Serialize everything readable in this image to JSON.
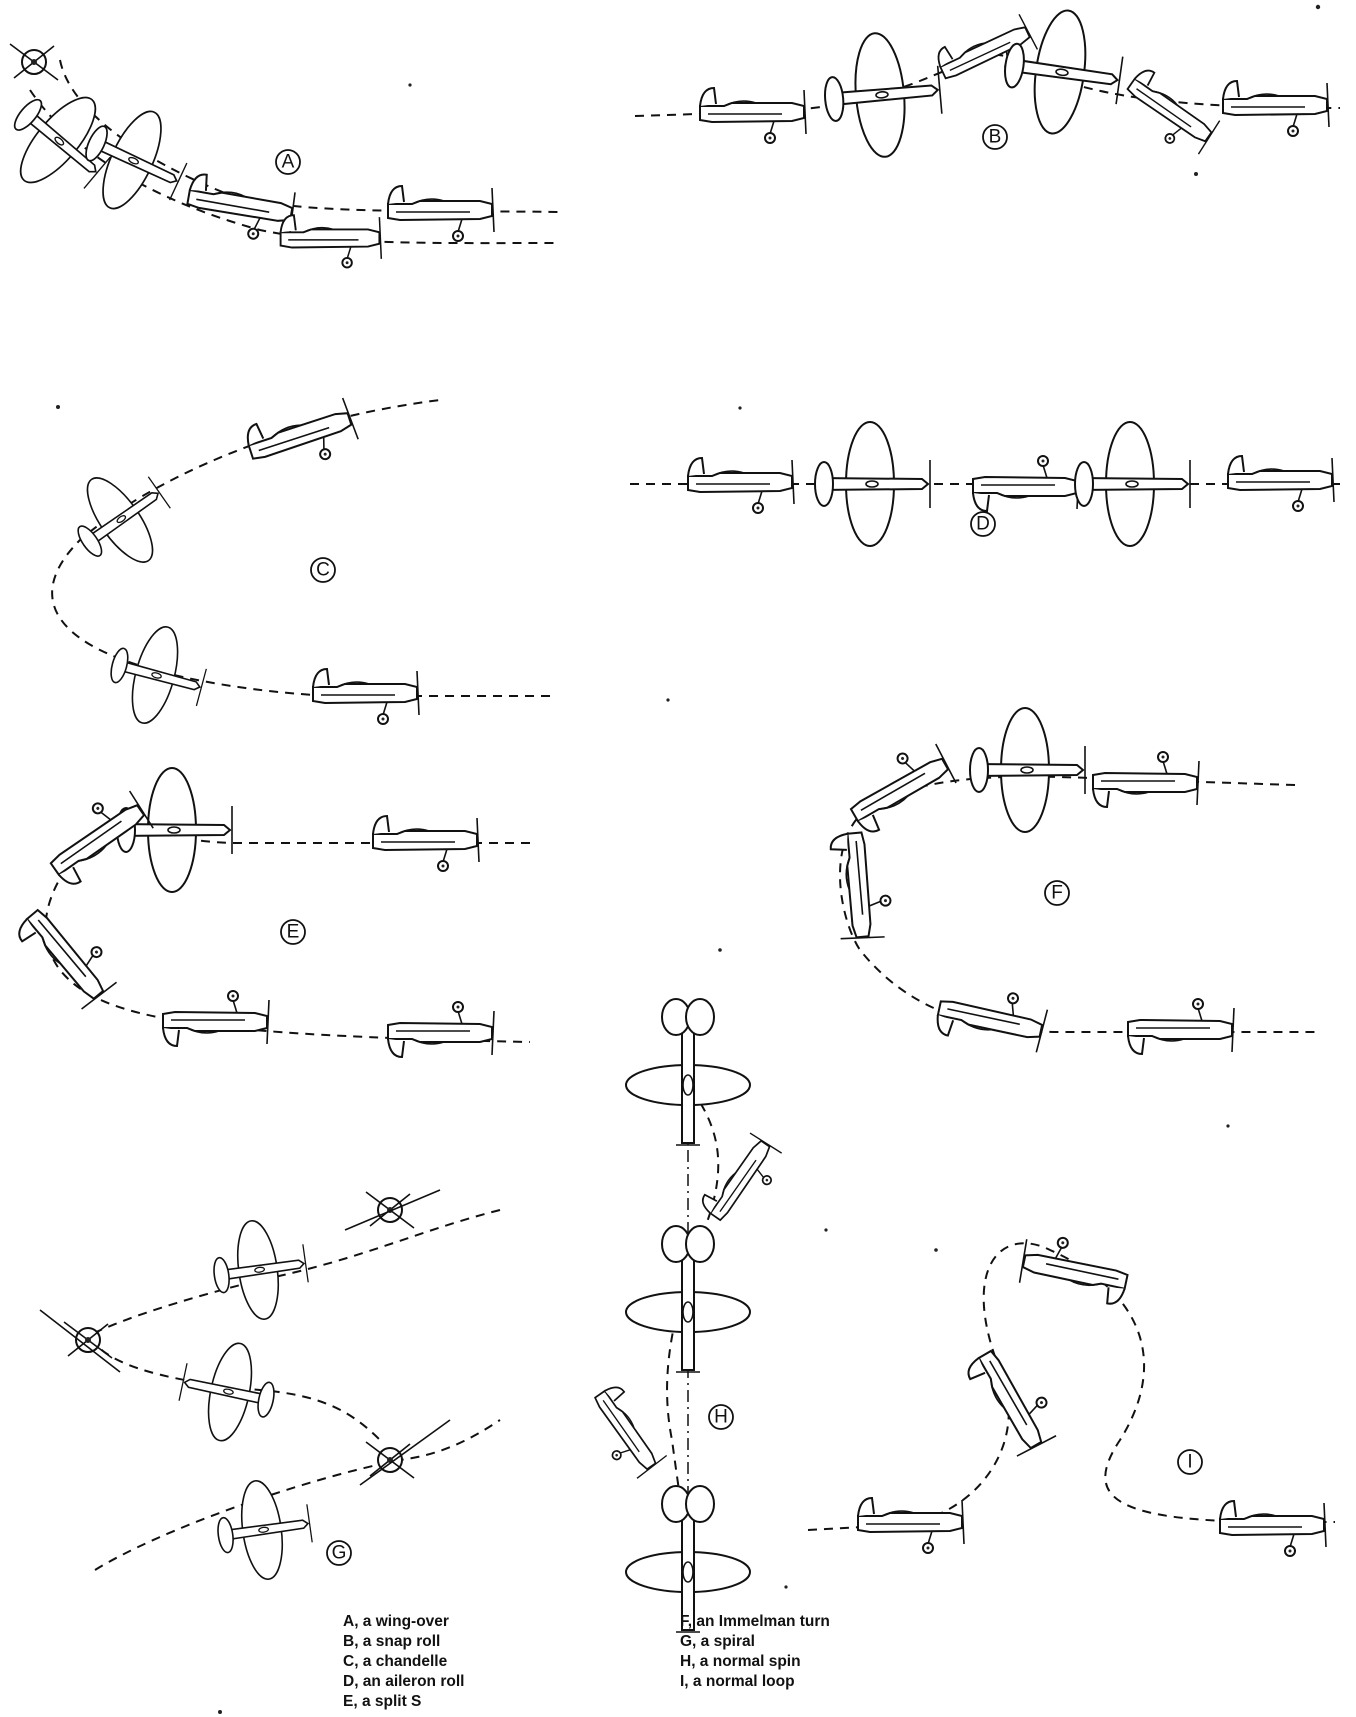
{
  "labels": {
    "A": "A",
    "B": "B",
    "C": "C",
    "D": "D",
    "E": "E",
    "F": "F",
    "G": "G",
    "H": "H",
    "I": "I"
  },
  "legend": {
    "left": [
      "A, a wing-over",
      "B, a snap roll",
      "C, a chandelle",
      "D, an aileron roll",
      "E, a split S"
    ],
    "right": [
      "F, an Immelman turn",
      "G, a spiral",
      "H, a normal spin",
      "I, a normal loop"
    ]
  }
}
